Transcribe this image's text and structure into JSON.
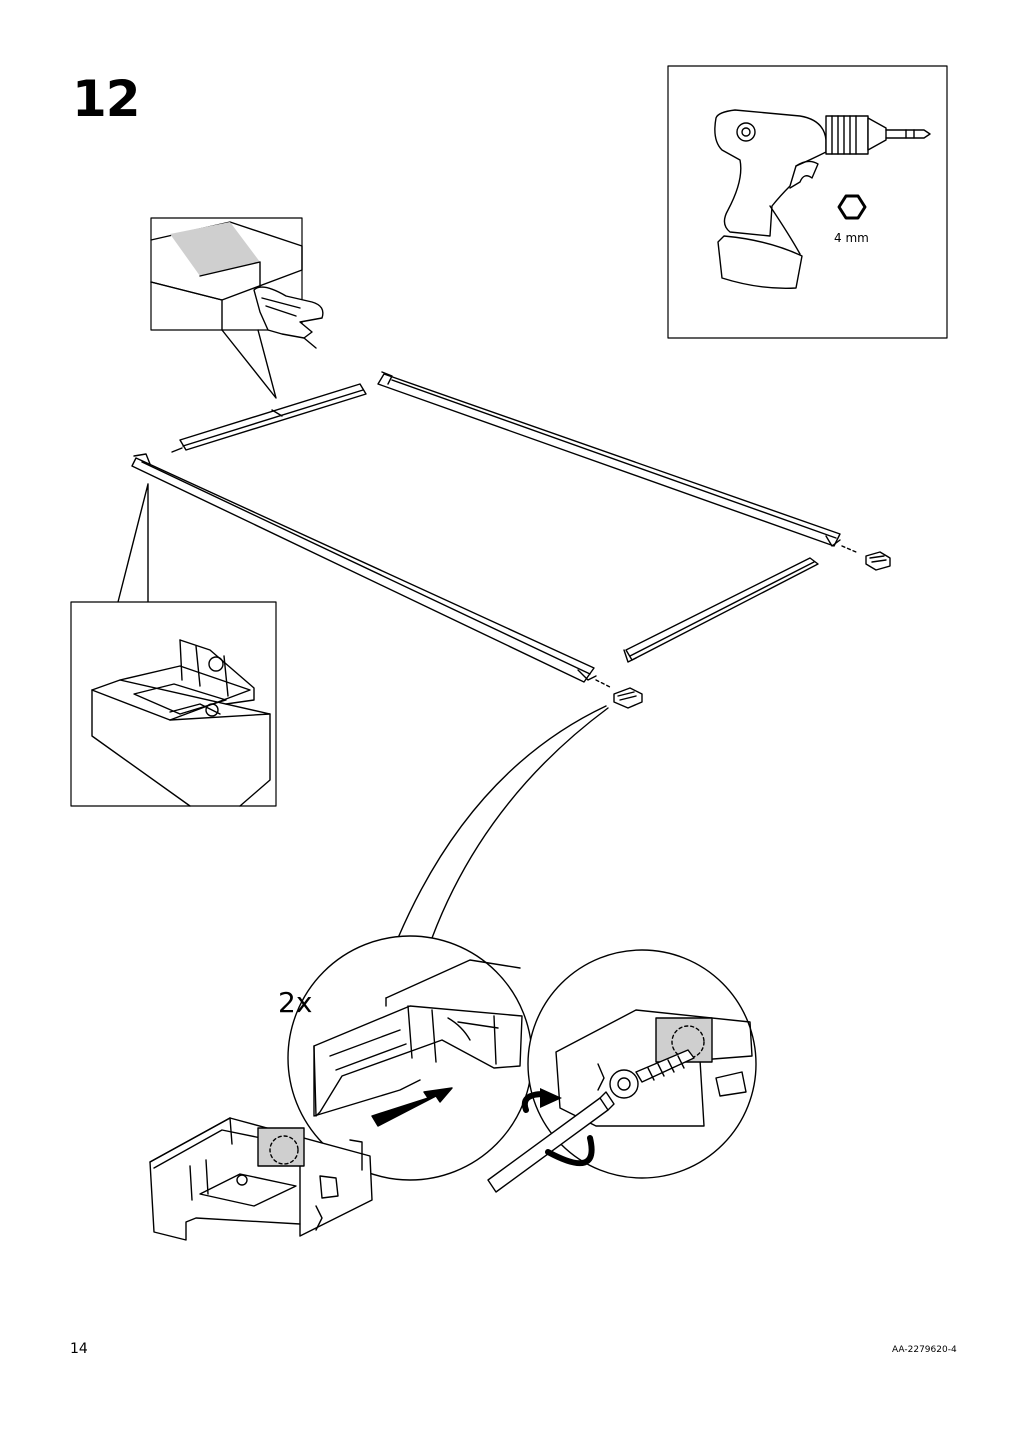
{
  "step": {
    "number": "12"
  },
  "tool": {
    "bit_size_label": "4 mm",
    "icon": "hex-bit-icon"
  },
  "detail": {
    "quantity_label": "2x"
  },
  "footer": {
    "page_number": "14",
    "document_code": "AA-2279620-4"
  }
}
